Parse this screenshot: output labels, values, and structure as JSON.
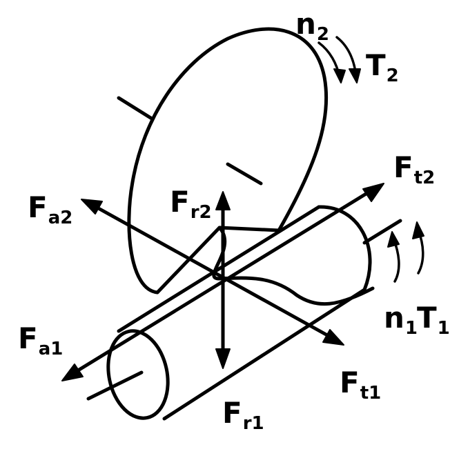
{
  "labels": {
    "n2": {
      "main": "n",
      "sub": "2"
    },
    "T2": {
      "main": "T",
      "sub": "2"
    },
    "Ft2": {
      "main": "F",
      "sub": "t2"
    },
    "Fa2": {
      "main": "F",
      "sub": "a2"
    },
    "Fr2": {
      "main": "F",
      "sub": "r2"
    },
    "n1": {
      "main": "n",
      "sub": "1"
    },
    "T1": {
      "main": "T",
      "sub": "1"
    },
    "Fa1": {
      "main": "F",
      "sub": "a1"
    },
    "Ft1": {
      "main": "F",
      "sub": "t1"
    },
    "Fr1": {
      "main": "F",
      "sub": "r1"
    }
  },
  "colors": {
    "ink": "#000000",
    "background": "#ffffff"
  }
}
